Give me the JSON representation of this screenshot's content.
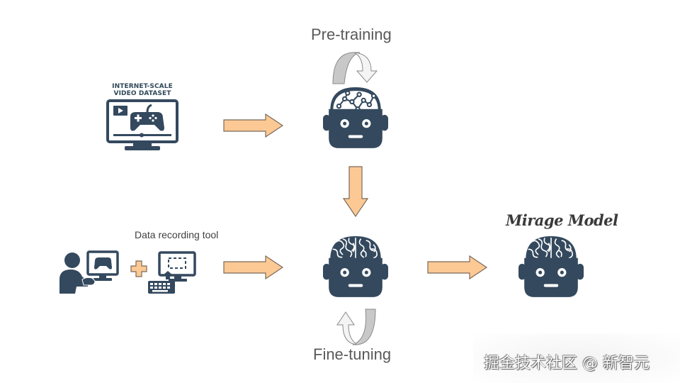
{
  "diagram": {
    "title": "Mirage training pipeline",
    "stages": {
      "pretraining_label": "Pre-training",
      "finetuning_label": "Fine-tuning"
    },
    "inputs": {
      "dataset": {
        "title_line1": "INTERNET-SCALE",
        "title_line2": "VIDEO DATASET",
        "icon": "monitor-gamepad-video-icon"
      },
      "recording": {
        "label": "Data recording tool",
        "icons": [
          "person-gaming-icon",
          "plus-icon",
          "screen-recording-keyboard-icon"
        ]
      }
    },
    "nodes": {
      "pretrain_model_icon": "robot-network-brain-icon",
      "finetune_model_icon": "robot-brain-icon",
      "final_model_icon": "robot-brain-icon"
    },
    "output": {
      "title": "Mirage Model"
    },
    "colors": {
      "icon_dark": "#34495e",
      "arrow_fill": "#fcc995",
      "arrow_stroke": "#7a6a5a",
      "cycle_arrow_gray": "#c8c8c8",
      "cycle_arrow_light": "#f4f4f4",
      "text": "#595959"
    }
  },
  "watermark": {
    "text": "掘金技术社区 @ 新智元"
  }
}
